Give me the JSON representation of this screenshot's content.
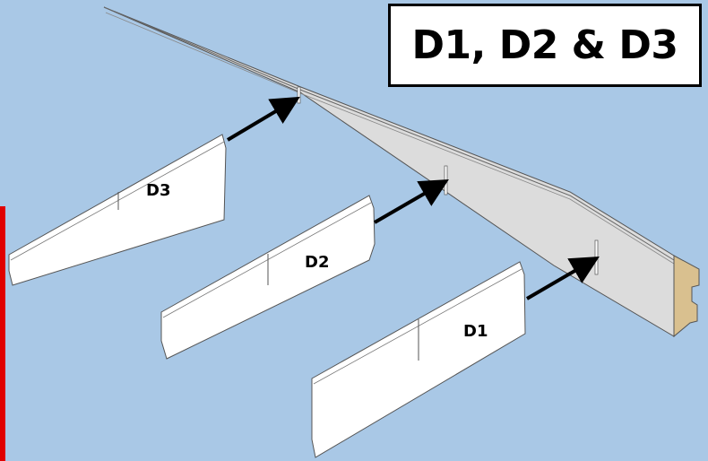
{
  "title": "D1, D2 & D3",
  "parts": [
    {
      "id": "D3",
      "label": "D3"
    },
    {
      "id": "D2",
      "label": "D2"
    },
    {
      "id": "D1",
      "label": "D1"
    }
  ],
  "colors": {
    "background": "#a9c8e6",
    "main_panel": "#dcdcdc",
    "pieces": "#ffffff",
    "end_block": "#d9c08f",
    "arrows": "#000000",
    "marker": "#e00000"
  }
}
